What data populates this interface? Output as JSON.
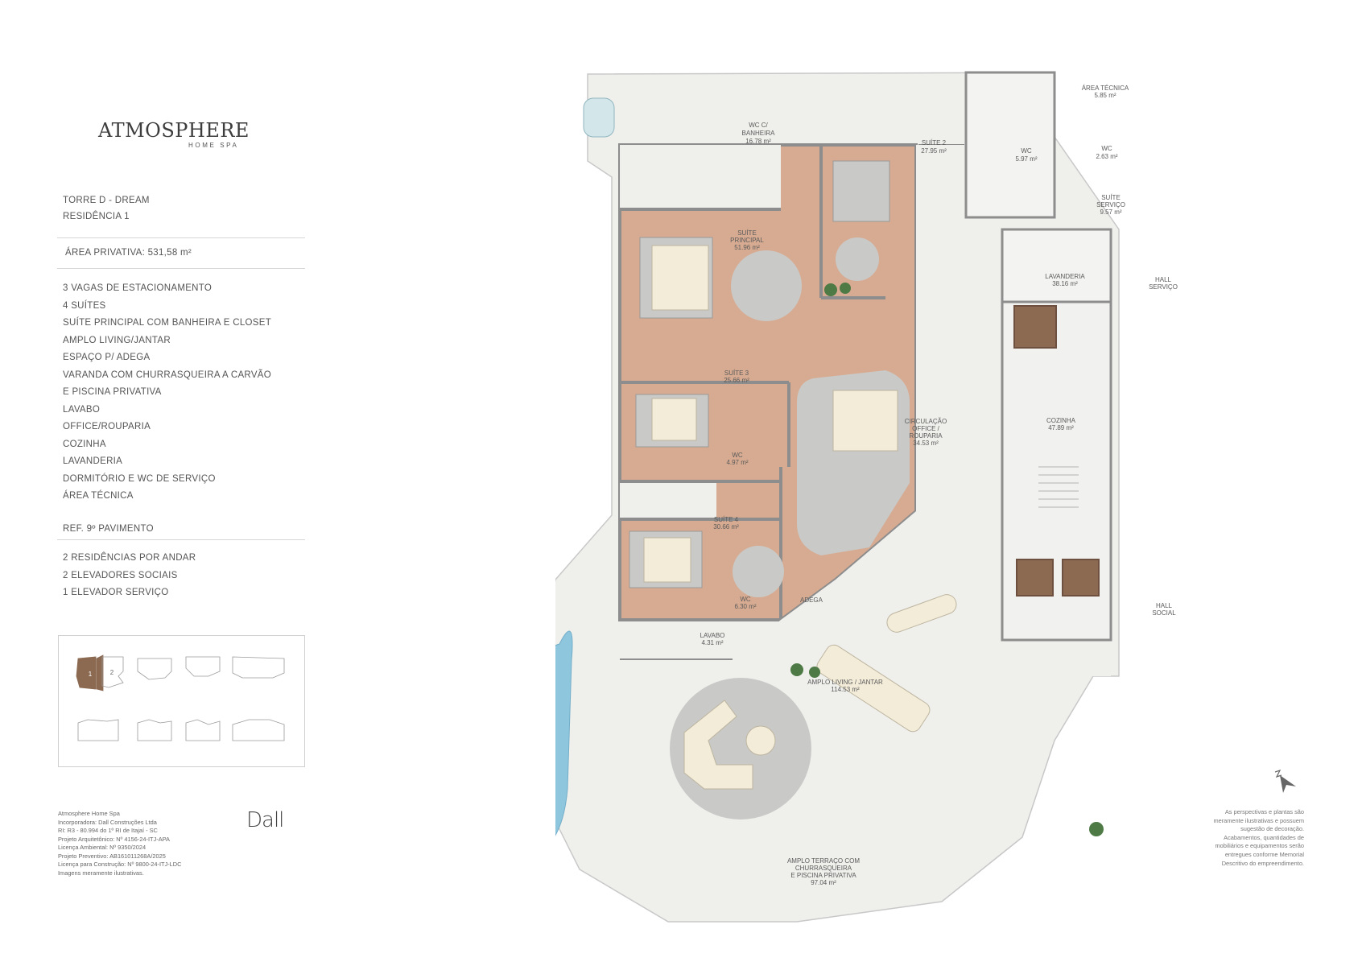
{
  "brand": {
    "name": "ATMOSPHERE",
    "subtitle": "HOME SPA"
  },
  "tower": {
    "line1": "TORRE D - DREAM",
    "line2": "RESIDÊNCIA 1"
  },
  "area": "ÁREA PRIVATIVA: 531,58 m²",
  "features": [
    "3 VAGAS DE ESTACIONAMENTO",
    "4 SUÍTES",
    "SUÍTE PRINCIPAL COM BANHEIRA E CLOSET",
    "AMPLO LIVING/JANTAR",
    "ESPAÇO P/ ADEGA",
    "VARANDA COM CHURRASQUEIRA A CARVÃO",
    "E PISCINA PRIVATIVA",
    "LAVABO",
    "OFFICE/ROUPARIA",
    "COZINHA",
    "LAVANDERIA",
    "DORMITÓRIO E WC DE SERVIÇO",
    "ÁREA TÉCNICA"
  ],
  "ref": "REF. 9º PAVIMENTO",
  "building": [
    "2 RESIDÊNCIAS POR ANDAR",
    "2 ELEVADORES SOCIAIS",
    "1 ELEVADOR SERVIÇO"
  ],
  "keymap": {
    "unit1": "1",
    "unit2": "2"
  },
  "credits": [
    "Atmosphere Home Spa",
    "Incorporadora: Dall Construções Ltda",
    "RI: R3 - 80.994 do 1º RI de Itajaí - SC",
    "Projeto Arquitetônico: Nº 4156-24-ITJ-APA",
    " Licença Ambiental: Nº 9350/2024",
    "Projeto Preventivo: AB161011268A/2025",
    "Licença para Construção: Nº 9800-24-ITJ-LDC",
    "Imagens meramente ilustrativas."
  ],
  "dev_logo": "Dall",
  "disclaimer": [
    "As perspectivas e plantas são",
    "meramente ilustrativas e possuem",
    "sugestão de decoração.",
    "Acabamentos, quantidades de",
    "mobiliários e equipamentos serão",
    "entregues conforme Memorial",
    "Descritivo do empreendimento."
  ],
  "rooms": {
    "wc_banheira": [
      "WC C/",
      "BANHEIRA",
      "16.78 m²"
    ],
    "suite2": [
      "SUÍTE 2",
      "27.95 m²"
    ],
    "wc_597": [
      "WC",
      "5.97 m²"
    ],
    "area_tecnica": [
      "ÁREA TÉCNICA",
      "5.85 m²"
    ],
    "wc_263": [
      "WC",
      "2.63 m²"
    ],
    "suite_servico": [
      "SUÍTE",
      "SERVIÇO",
      "9.57 m²"
    ],
    "suite_principal": [
      "SUÍTE",
      "PRINCIPAL",
      "51.96 m²"
    ],
    "lavanderia": [
      "LAVANDERIA",
      "38.16 m²"
    ],
    "hall_servico": [
      "HALL",
      "SERVIÇO"
    ],
    "suite3": [
      "SUÍTE 3",
      "25.66 m²"
    ],
    "circulacao": [
      "CIRCULAÇÃO",
      "OFFICE /",
      "ROUPARIA",
      "34.53 m²"
    ],
    "cozinha": [
      "COZINHA",
      "47.89 m²"
    ],
    "wc_497": [
      "WC",
      "4.97 m²"
    ],
    "suite4": [
      "SUÍTE 4",
      "30.66 m²"
    ],
    "wc_630": [
      "WC",
      "6.30 m²"
    ],
    "adega": [
      "ADEGA"
    ],
    "hall_social": [
      "HALL",
      "SOCIAL"
    ],
    "lavabo": [
      "LAVABO",
      "4.31 m²"
    ],
    "living": [
      "AMPLO LIVING / JANTAR",
      "114.53 m²"
    ],
    "terraco": [
      "AMPLO TERRAÇO COM",
      "CHURRASQUEIRA",
      "E PISCINA PRIVATIVA",
      "97.04 m²"
    ]
  },
  "colors": {
    "wood": "#d7ab91",
    "floor": "#efefec",
    "wall": "#8d8d8d",
    "rug": "#c9c9c7",
    "furniture": "#f3ecd9",
    "pool": "#8ec6de",
    "plant": "#4e7a45"
  }
}
